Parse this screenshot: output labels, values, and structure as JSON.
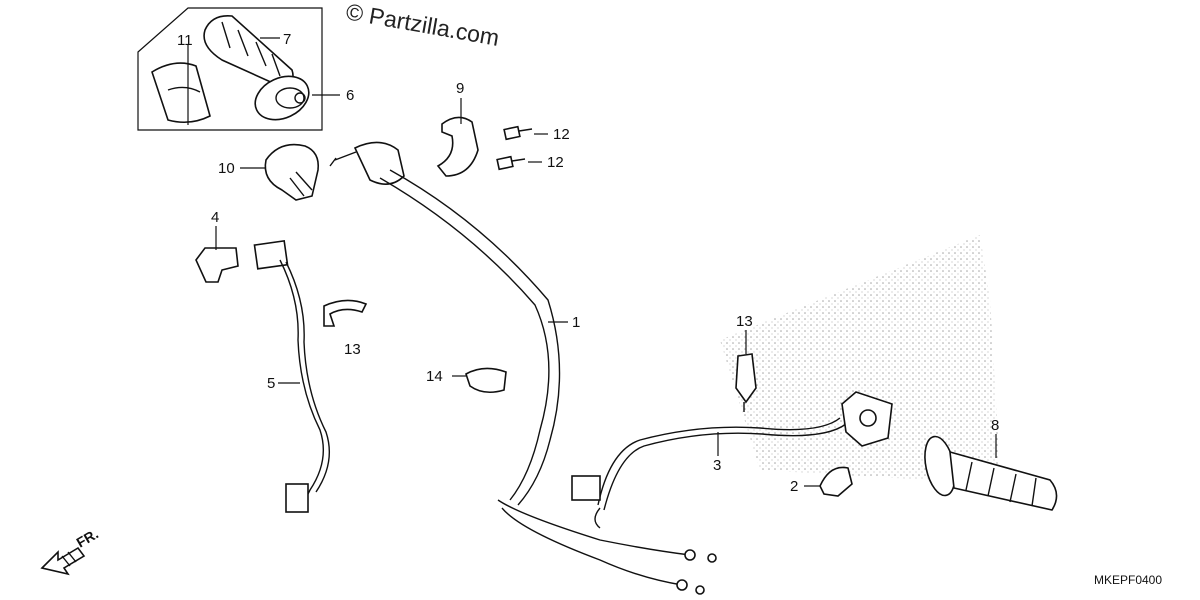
{
  "watermark": "© Partzilla.com",
  "diagram_code": "MKEPF0400",
  "direction_label": "FR.",
  "callouts": {
    "c1": "1",
    "c2": "2",
    "c3": "3",
    "c4": "4",
    "c5": "5",
    "c6": "6",
    "c7": "7",
    "c8": "8",
    "c9": "9",
    "c10": "10",
    "c11": "11",
    "c12a": "12",
    "c12b": "12",
    "c13a": "13",
    "c13b": "13",
    "c14": "14"
  }
}
